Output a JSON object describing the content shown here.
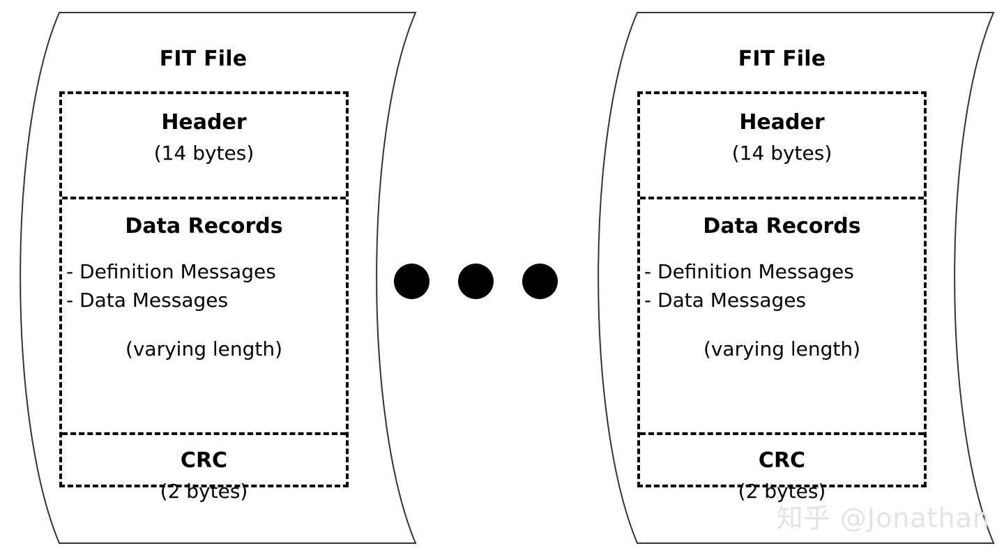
{
  "diagram": {
    "title": "FIT File structure (repeated)",
    "background_color": "#ffffff",
    "line_color": "#000000",
    "watermark_color": "#e3e3e3"
  },
  "cards": [
    {
      "title": "FIT File",
      "sections": [
        {
          "heading": "Header",
          "sub": "(14 bytes)"
        },
        {
          "heading": "Data Records",
          "bullets": [
            "- Definition Messages",
            "- Data Messages"
          ],
          "note": "(varying length)"
        },
        {
          "heading": "CRC",
          "sub": "(2 bytes)"
        }
      ]
    },
    {
      "title": "FIT File",
      "sections": [
        {
          "heading": "Header",
          "sub": "(14 bytes)"
        },
        {
          "heading": "Data Records",
          "bullets": [
            "- Definition Messages",
            "- Data Messages"
          ],
          "note": "(varying length)"
        },
        {
          "heading": "CRC",
          "sub": "(2 bytes)"
        }
      ]
    }
  ],
  "ellipsis": {
    "name": "continuation-dots",
    "count": 3
  },
  "watermark": {
    "text": "知乎 @Jonathan"
  }
}
